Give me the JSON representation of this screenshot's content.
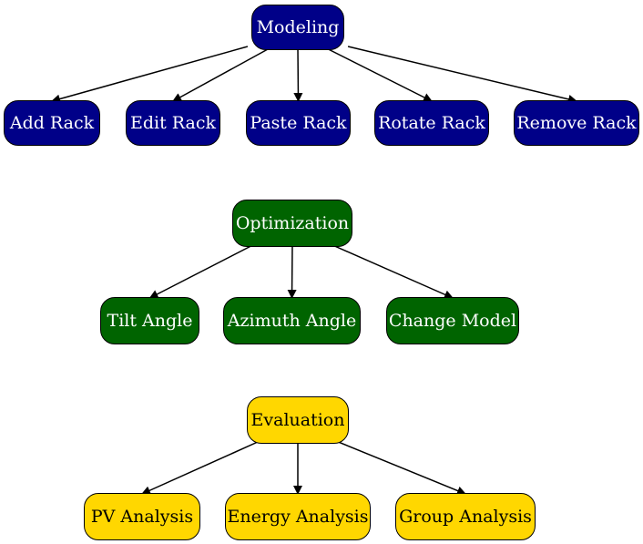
{
  "colors": {
    "blue": "#000088",
    "green": "#006400",
    "gold": "#ffd700",
    "white_text": "#ffffff",
    "dark_text": "#000000",
    "edge": "#000000"
  },
  "groups": [
    {
      "id": "modeling",
      "color": "blue",
      "text": "white_text",
      "root": "Modeling",
      "children": [
        "Add Rack",
        "Edit Rack",
        "Paste Rack",
        "Rotate Rack",
        "Remove Rack"
      ]
    },
    {
      "id": "optimization",
      "color": "green",
      "text": "white_text",
      "root": "Optimization",
      "children": [
        "Tilt Angle",
        "Azimuth Angle",
        "Change Model"
      ]
    },
    {
      "id": "evaluation",
      "color": "gold",
      "text": "dark_text",
      "root": "Evaluation",
      "children": [
        "PV Analysis",
        "Energy Analysis",
        "Group Analysis"
      ]
    }
  ]
}
